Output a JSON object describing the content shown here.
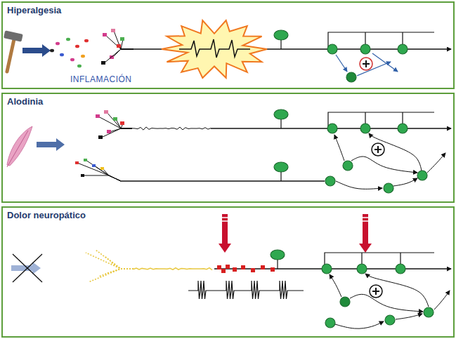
{
  "diagram": {
    "nodes": [
      {
        "text": [
          "Hiperalgesia"
        ]
      },
      {
        "text": [
          "Alodinia"
        ]
      },
      {
        "text": [
          "Dolor neuropático"
        ]
      }
    ],
    "labels": [
      "INFLAMACIÓN"
    ]
  }
}
